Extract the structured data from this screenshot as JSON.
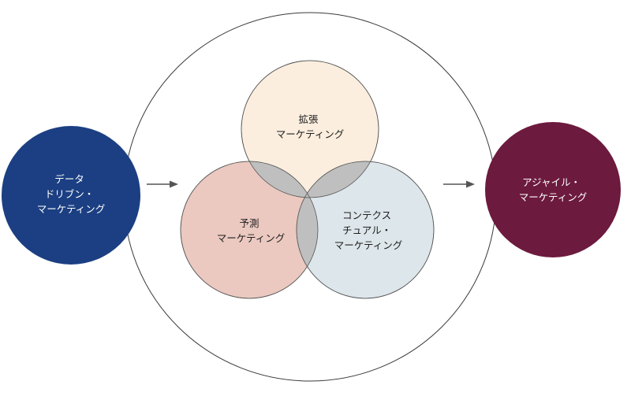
{
  "nodes": {
    "data_driven": {
      "lines": [
        "データ",
        "ドリブン・",
        "マーケティング"
      ],
      "fill": "#1b3f82"
    },
    "augmented": {
      "lines": [
        "拡張",
        "マーケティング"
      ],
      "fill": "#fbeede"
    },
    "predictive": {
      "lines": [
        "予測",
        "マーケティング"
      ],
      "fill": "#ebc9c0"
    },
    "contextual": {
      "lines": [
        "コンテクス",
        "チュアル・",
        "マーケティング"
      ],
      "fill": "#dde6ea"
    },
    "agile": {
      "lines": [
        "アジャイル・",
        "マーケティング"
      ],
      "fill": "#6c1a3e"
    }
  },
  "colors": {
    "outline": "#555555",
    "arrow": "#555555",
    "outer_circle": "#3a3a3a",
    "overlap": "#bfbfbf"
  }
}
